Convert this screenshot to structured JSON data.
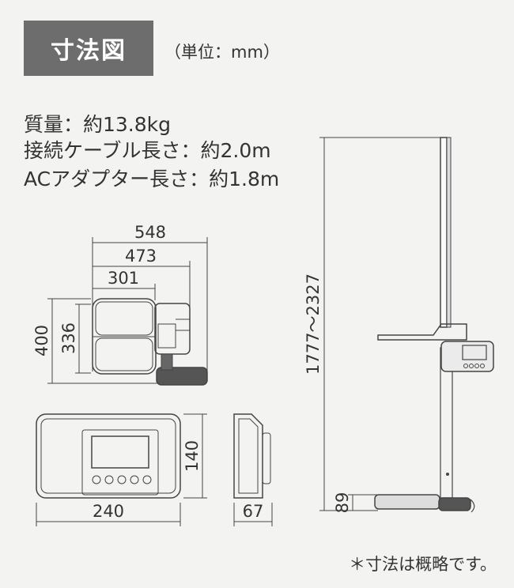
{
  "header": {
    "title": "寸法図",
    "unit": "（単位：mm）"
  },
  "specs": [
    "質量：約13.8kg",
    "接続ケーブル長さ：約2.0m",
    "ACアダプター長さ：約1.8m"
  ],
  "dimensions": {
    "top_width_overall": "548",
    "top_width_mid": "473",
    "top_width_platform": "301",
    "top_depth_overall": "400",
    "top_depth_platform": "336",
    "display_width": "240",
    "display_height": "140",
    "display_depth": "67",
    "height_range": "1777～2327",
    "platform_height": "89"
  },
  "footnote": "＊寸法は概略です。",
  "colors": {
    "badge": "#6d6d6d",
    "background": "#f3f3f1",
    "line": "#444444"
  }
}
